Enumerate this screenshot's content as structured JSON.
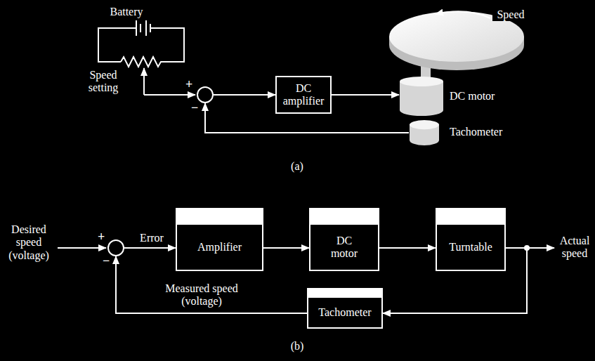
{
  "diagram": {
    "nodes": [
      {
        "text": [
          "+",
          "−"
        ]
      },
      {
        "text": [
          "DC amplifier"
        ]
      },
      {
        "text": [
          "DC motor"
        ]
      },
      {
        "text": [
          "Tachometer"
        ]
      },
      {
        "text": [
          "+",
          "−"
        ]
      },
      {
        "text": [
          "Amplifier"
        ]
      },
      {
        "text": [
          "DC motor"
        ]
      },
      {
        "text": [
          "Turntable"
        ]
      },
      {
        "text": [
          "Tachometer"
        ]
      }
    ],
    "edges": [
      {
        "from": 0,
        "to": 1,
        "arrow": "to"
      },
      {
        "from": 1,
        "to": 2,
        "arrow": "to"
      },
      {
        "from": 3,
        "to": 0,
        "arrow": "to"
      },
      {
        "from": 4,
        "to": 5,
        "label": "Error",
        "arrow": "to"
      },
      {
        "from": 5,
        "to": 6,
        "arrow": "to"
      },
      {
        "from": 6,
        "to": 7,
        "arrow": "to"
      },
      {
        "from": 7,
        "to": 8,
        "arrow": "to"
      },
      {
        "from": 8,
        "to": 4,
        "label": "Measured speed (voltage)",
        "arrow": "to"
      }
    ],
    "labels": [
      "Battery",
      "Speed setting",
      "Speed",
      "(a)",
      "Desired speed (voltage)",
      "Actual speed",
      "(b)"
    ]
  }
}
